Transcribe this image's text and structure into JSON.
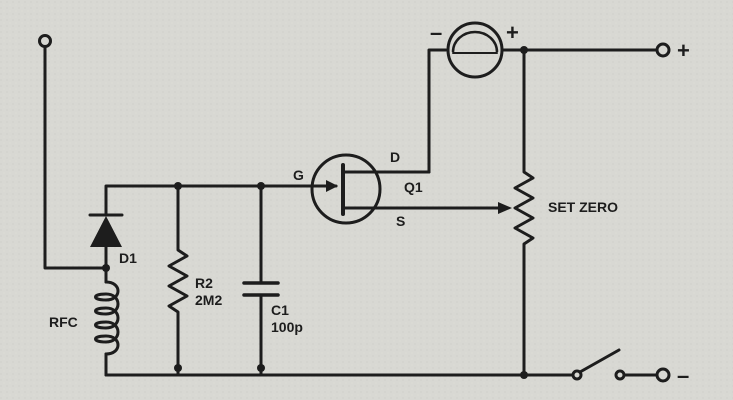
{
  "diagram": {
    "components": {
      "diode": {
        "ref": "D1"
      },
      "rfc": {
        "ref": "RFC"
      },
      "resistor": {
        "ref": "R2",
        "value": "2M2"
      },
      "capacitor": {
        "ref": "C1",
        "value": "100p"
      },
      "fet": {
        "ref": "Q1",
        "gate": "G",
        "drain": "D",
        "source": "S"
      },
      "pot": {
        "label": "SET ZERO"
      },
      "meter": {
        "minus": "–",
        "plus": "+"
      }
    },
    "terminals": {
      "positive": "+",
      "negative": "–"
    }
  }
}
